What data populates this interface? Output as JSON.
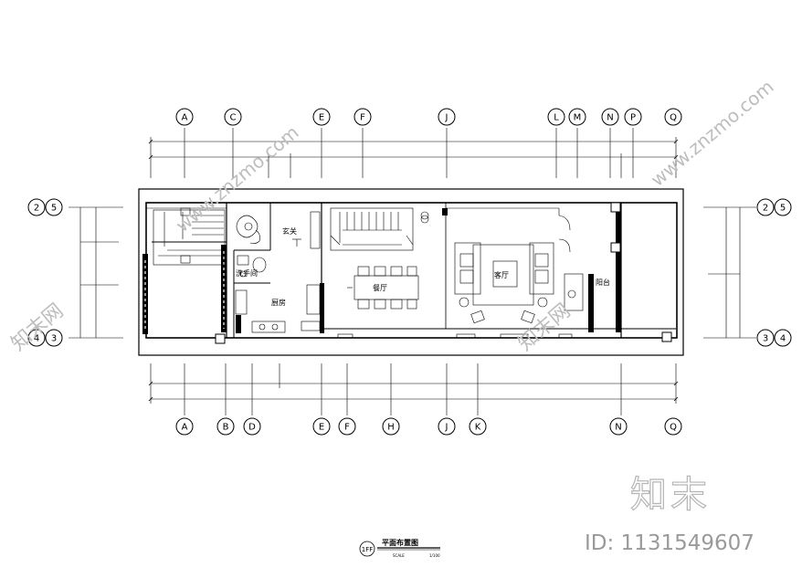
{
  "grid_top": [
    "A",
    "C",
    "E",
    "F",
    "J",
    "L",
    "M",
    "N",
    "P",
    "Q"
  ],
  "grid_bottom": [
    "A",
    "B",
    "D",
    "E",
    "F",
    "H",
    "J",
    "K",
    "N",
    "Q"
  ],
  "grid_left": [
    "2",
    "5",
    "4",
    "3"
  ],
  "grid_right": [
    "2",
    "5",
    "3",
    "4"
  ],
  "rooms": {
    "entry": "玄关",
    "dining": "餐厅",
    "living": "客厅",
    "kitchen": "厨房",
    "washroom": "洗手间",
    "balcony": "阳台"
  },
  "title": {
    "tag": "1FF",
    "name": "平面布置图",
    "scale_label": "SCALE",
    "scale_value": "1/100"
  },
  "watermark": {
    "brand": "知末",
    "id_text": "ID: 1131549607",
    "diag_text": "www.znzmo.com",
    "side_text": "知末网"
  },
  "colors": {
    "line": "#000000",
    "watermark": "#bdbdbd"
  }
}
